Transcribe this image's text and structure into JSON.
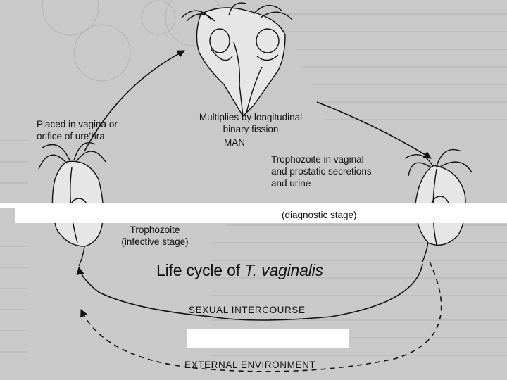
{
  "title": {
    "prefix": "Life cycle of ",
    "species": "T. vaginalis"
  },
  "labels": {
    "host": "MAN",
    "multiplies_line1": "Multiplies by longitudinal",
    "multiplies_line2": "binary fission",
    "placed_line1": "Placed in vagina or",
    "placed_line2": "orifice of ure’hra",
    "troph_secretions_line1": "Trophozoite in vaginal",
    "troph_secretions_line2": "and prostatic secretions",
    "troph_secretions_line3": "and urine",
    "diagnostic_stage": "(diagnostic stage)",
    "trophozoite": "Trophozoite",
    "infective_stage": "(infective stage)",
    "sexual_intercourse": "SEXUAL INTERCOURSE",
    "external_environment": "EXTERNAL ENVIRONMENT"
  },
  "colors": {
    "ink": "#111111",
    "page_bg": "#c9c9c9",
    "mask": "#ffffff"
  }
}
